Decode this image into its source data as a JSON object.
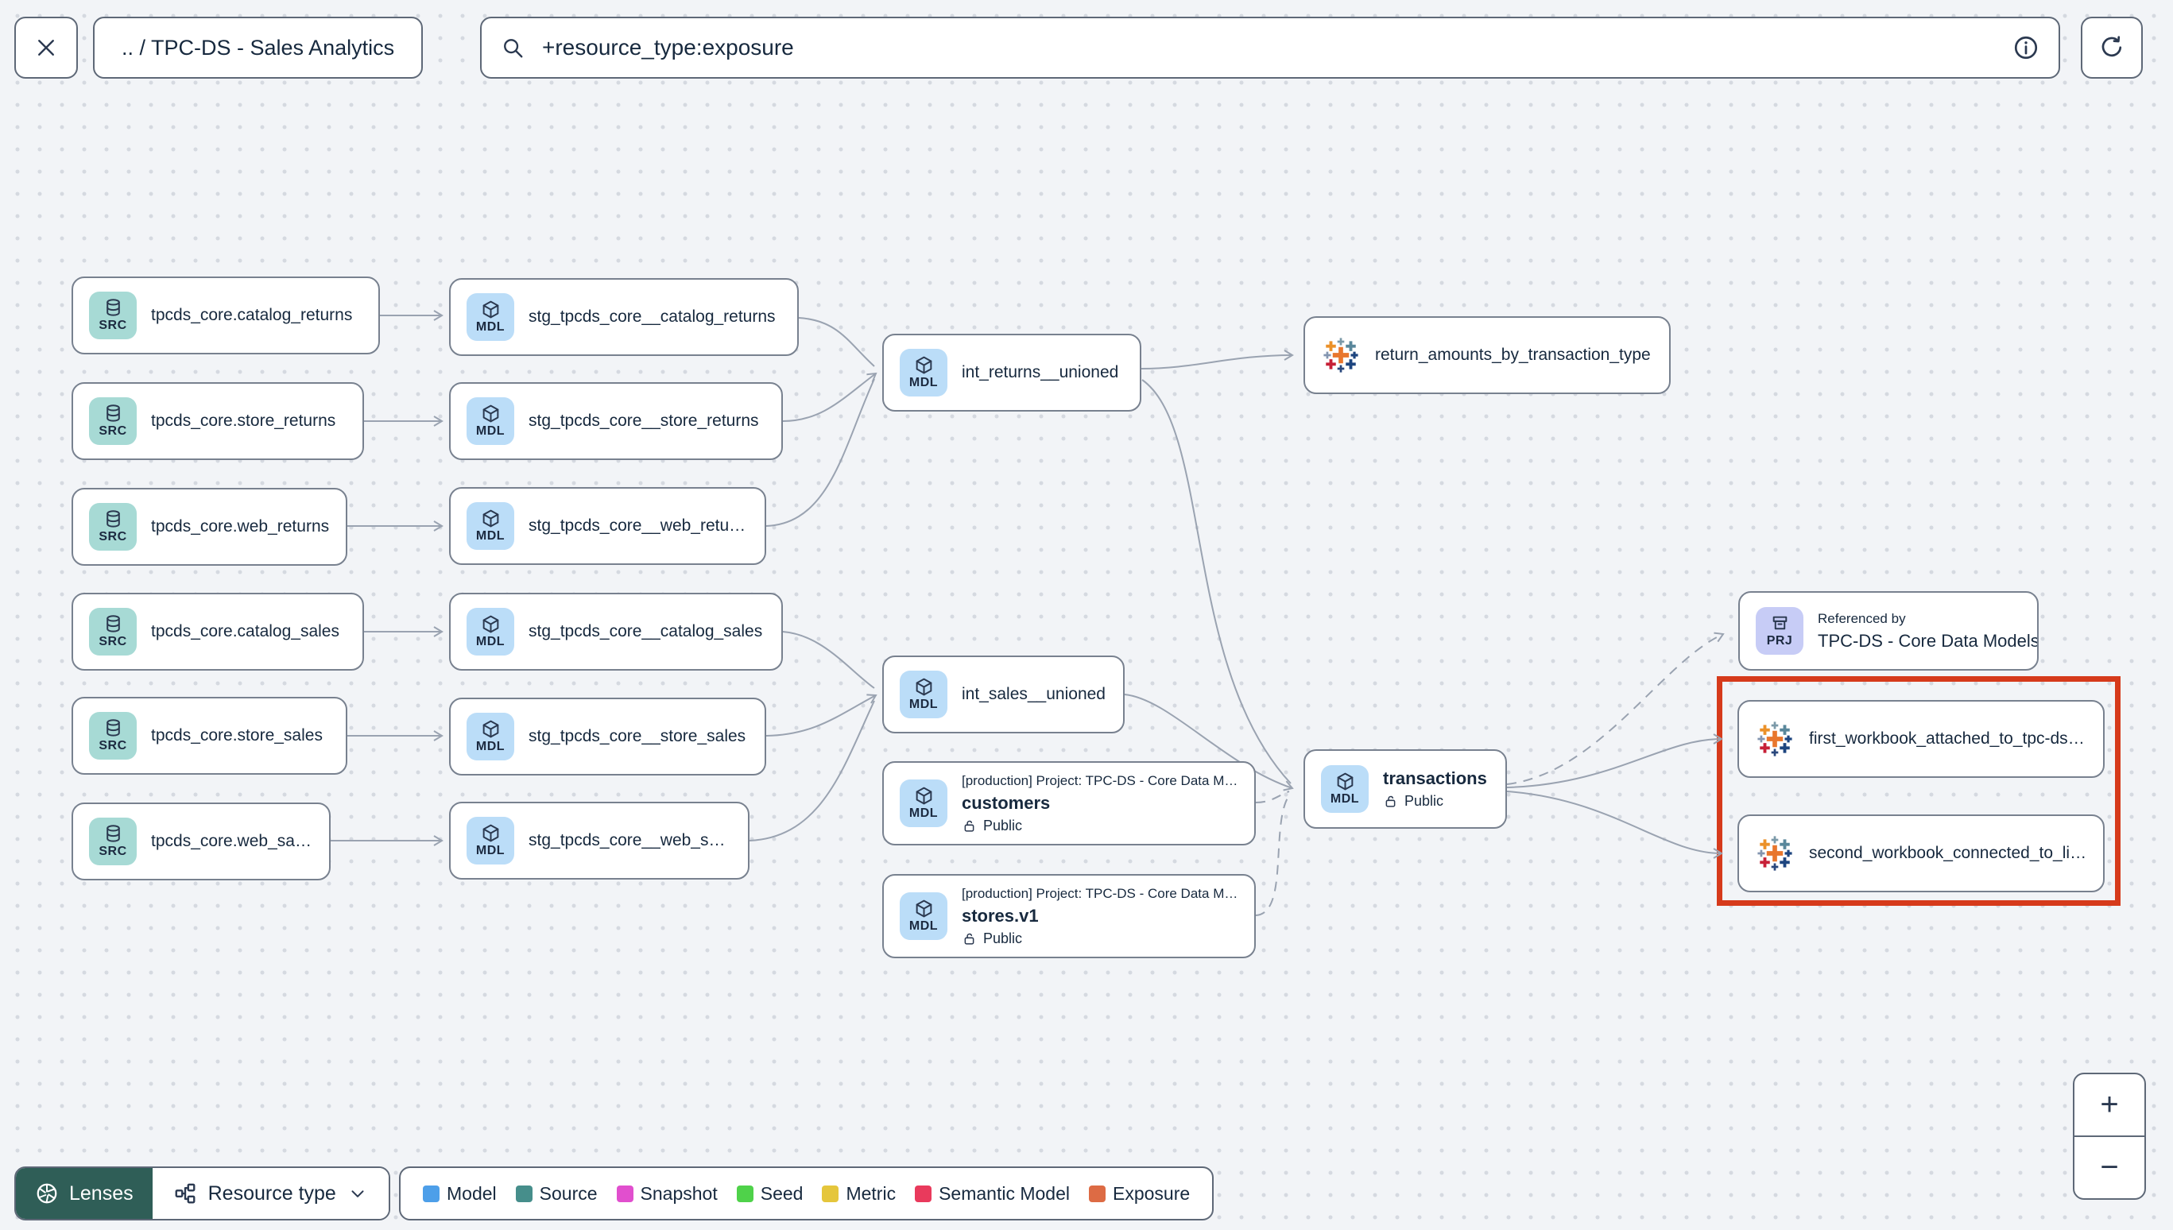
{
  "topbar": {
    "breadcrumb": ".. / TPC-DS - Sales Analytics",
    "search_value": "+resource_type:exposure"
  },
  "badges": {
    "source": "SRC",
    "model": "MDL",
    "project": "PRJ"
  },
  "toolbar": {
    "lenses": "Lenses",
    "resource_type": "Resource type"
  },
  "zoom_controls": {
    "zoom_in": "+",
    "zoom_out": "−"
  },
  "legend": [
    {
      "label": "Model",
      "color": "#4d9fe9"
    },
    {
      "label": "Source",
      "color": "#468e8b"
    },
    {
      "label": "Snapshot",
      "color": "#e14fce"
    },
    {
      "label": "Seed",
      "color": "#4fd24a"
    },
    {
      "label": "Metric",
      "color": "#e5c63c"
    },
    {
      "label": "Semantic Model",
      "color": "#e93a5c"
    },
    {
      "label": "Exposure",
      "color": "#dd6b44"
    }
  ],
  "graph": {
    "nodes": [
      {
        "label": "tpcds_core.catalog_returns"
      },
      {
        "label": "tpcds_core.store_returns"
      },
      {
        "label": "tpcds_core.web_returns"
      },
      {
        "label": "tpcds_core.catalog_sales"
      },
      {
        "label": "tpcds_core.store_sales"
      },
      {
        "label": "tpcds_core.web_sales"
      },
      {
        "label": "stg_tpcds_core__catalog_returns"
      },
      {
        "label": "stg_tpcds_core__store_returns"
      },
      {
        "label": "stg_tpcds_core__web_returns"
      },
      {
        "label": "stg_tpcds_core__catalog_sales"
      },
      {
        "label": "stg_tpcds_core__store_sales"
      },
      {
        "label": "stg_tpcds_core__web_sales"
      },
      {
        "label": "int_returns__unioned"
      },
      {
        "label": "int_sales__unioned"
      },
      {
        "project": "[production] Project: TPC-DS - Core Data Mo…",
        "label": "customers",
        "visibility": "Public"
      },
      {
        "project": "[production] Project: TPC-DS - Core Data Mo…",
        "label": "stores.v1",
        "visibility": "Public"
      },
      {
        "label": "return_amounts_by_transaction_type"
      },
      {
        "label": "transactions",
        "visibility": "Public"
      },
      {
        "kicker": "Referenced by",
        "label": "TPC-DS - Core Data Models"
      },
      {
        "label": "first_workbook_attached_to_tpc-ds_-_…"
      },
      {
        "label": "second_workbook_connected_to_live…"
      }
    ]
  }
}
